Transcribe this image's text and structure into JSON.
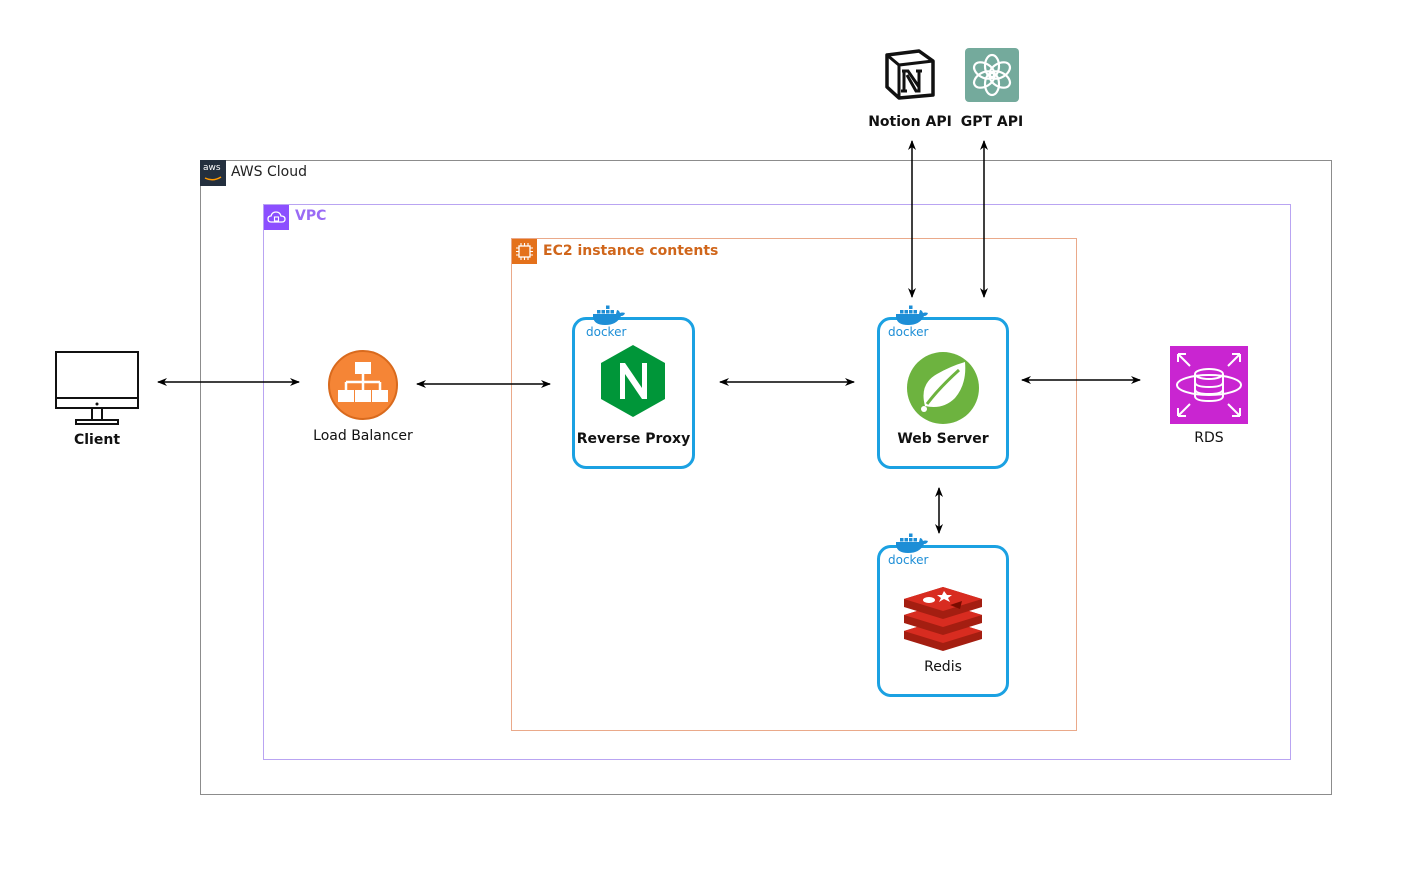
{
  "groups": {
    "aws": {
      "label": "AWS Cloud",
      "badge": "aws"
    },
    "vpc": {
      "label": "VPC"
    },
    "ec2": {
      "label": "EC2 instance contents"
    }
  },
  "nodes": {
    "client": {
      "label": "Client"
    },
    "load_balancer": {
      "label": "Load Balancer"
    },
    "reverse_proxy": {
      "label": "Reverse Proxy",
      "docker": "docker"
    },
    "web_server": {
      "label": "Web Server",
      "docker": "docker"
    },
    "redis": {
      "label": "Redis",
      "docker": "docker"
    },
    "rds": {
      "label": "RDS"
    },
    "notion_api": {
      "label": "Notion API"
    },
    "gpt_api": {
      "label": "GPT API"
    }
  },
  "colors": {
    "aws_border": "#8c8c8c",
    "vpc": "#9a6bf5",
    "ec2": "#d0661b",
    "card_border": "#1ba1e2",
    "load_balancer": "#f58536",
    "nginx": "#009639",
    "spring": "#6db33f",
    "redis": "#c6302b",
    "rds": "#c925d1",
    "openai": "#74aa9c"
  },
  "edges": [
    {
      "from": "client",
      "to": "load_balancer",
      "direction": "both"
    },
    {
      "from": "load_balancer",
      "to": "reverse_proxy",
      "direction": "both"
    },
    {
      "from": "reverse_proxy",
      "to": "web_server",
      "direction": "both"
    },
    {
      "from": "web_server",
      "to": "rds",
      "direction": "both"
    },
    {
      "from": "web_server",
      "to": "redis",
      "direction": "both"
    },
    {
      "from": "web_server",
      "to": "notion_api",
      "direction": "both"
    },
    {
      "from": "web_server",
      "to": "gpt_api",
      "direction": "both"
    }
  ]
}
